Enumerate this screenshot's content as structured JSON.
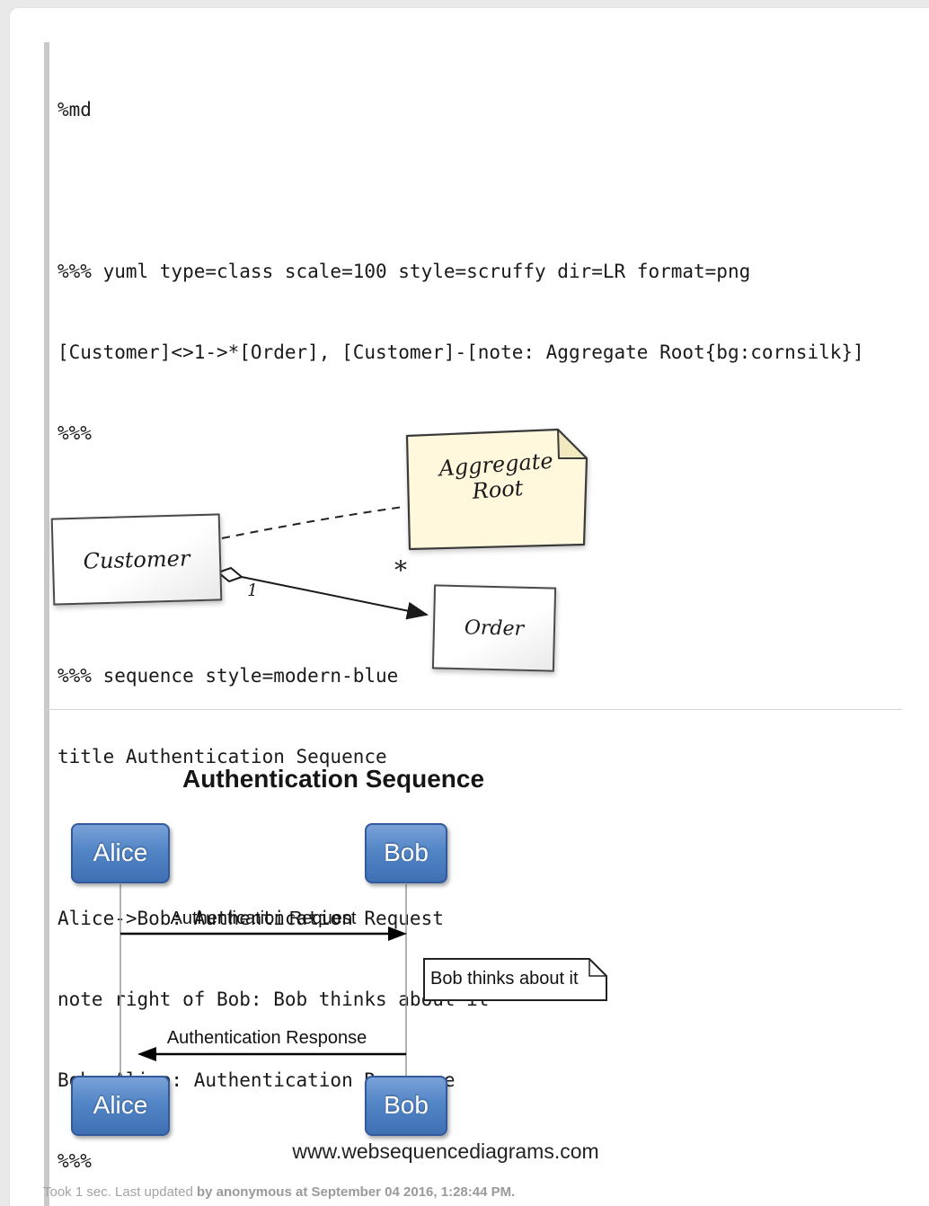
{
  "cell": {
    "code_lines": [
      "%md",
      "",
      "%%% yuml type=class scale=100 style=scruffy dir=LR format=png",
      "[Customer]<>1->*[Order], [Customer]-[note: Aggregate Root{bg:cornsilk}]",
      "%%%",
      "",
      "---",
      "%%% sequence style=modern-blue",
      "title Authentication Sequence",
      "",
      "Alice->Bob: Authentication Request",
      "note right of Bob: Bob thinks about it",
      "Bob->Alice: Authentication Response",
      "%%%"
    ]
  },
  "class_diagram": {
    "note_label": "Aggregate Root",
    "note_bg": "#fff8dc",
    "customer_label": "Customer",
    "order_label": "Order",
    "multiplicity_source": "1",
    "multiplicity_target": "*"
  },
  "sequence_diagram": {
    "title": "Authentication Sequence",
    "actors": [
      "Alice",
      "Bob"
    ],
    "actor_color": "#4a7cc0",
    "messages": [
      {
        "from": "Alice",
        "to": "Bob",
        "label": "Authentication Request"
      },
      {
        "from": "Bob",
        "to": "Alice",
        "label": "Authentication Response"
      }
    ],
    "note_text": "Bob thinks about it",
    "caption": "www.websequencediagrams.com"
  },
  "footer": {
    "prefix": "Took 1 sec. Last updated ",
    "emphasis": "by anonymous at September 04 2016, 1:28:44 PM."
  }
}
